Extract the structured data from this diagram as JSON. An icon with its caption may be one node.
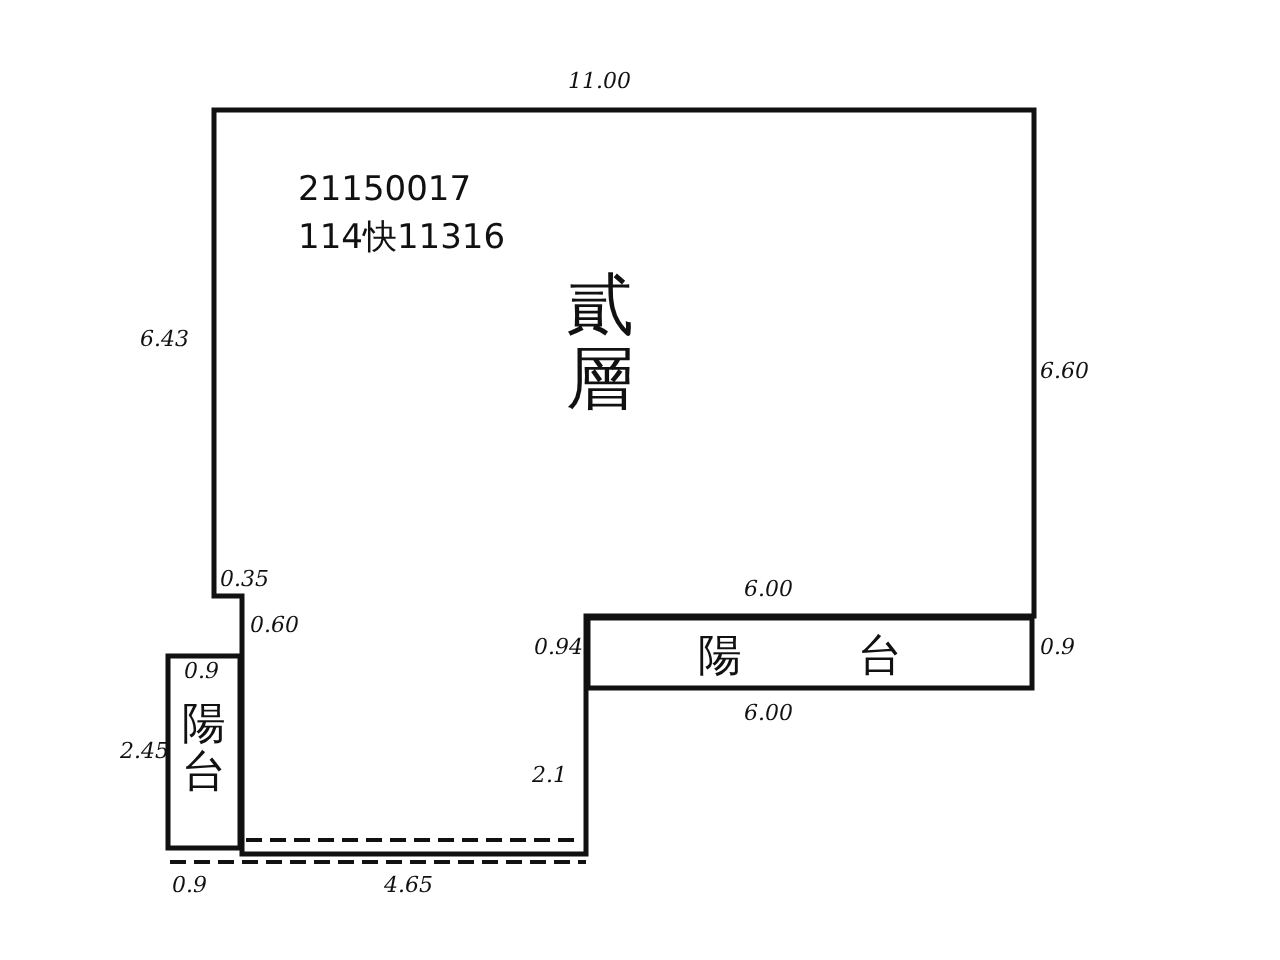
{
  "diagram": {
    "nodes": [
      {
        "text": [
          "21150017",
          "114快11316",
          "貳層"
        ]
      },
      {
        "text": [
          "陽台"
        ]
      },
      {
        "text": [
          "陽台"
        ]
      }
    ],
    "labels": [
      "11.00",
      "6.43",
      "6.60",
      "0.35",
      "0.60",
      "6.00",
      "0.94",
      "0.9",
      "0.9",
      "2.45",
      "2.1",
      "6.00",
      "0.9",
      "4.65"
    ]
  }
}
